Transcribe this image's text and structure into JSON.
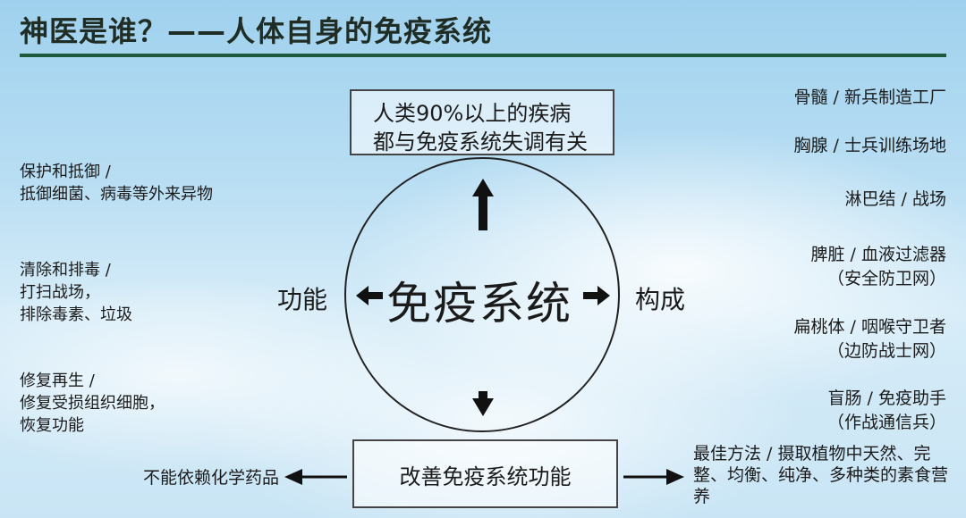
{
  "title": "神医是谁？——人体自身的免疫系统",
  "top_box": {
    "line1": "人类90%以上的疾病",
    "line2": "都与免疫系统失调有关"
  },
  "center": "免疫系统",
  "left_label": "功能",
  "right_label": "构成",
  "functions": [
    {
      "line1": "保护和抵御 /",
      "line2": "抵御细菌、病毒等外来异物",
      "line3": ""
    },
    {
      "line1": "清除和排毒 /",
      "line2": "打扫战场，",
      "line3": "排除毒素、垃圾"
    },
    {
      "line1": "修复再生 /",
      "line2": "修复受损组织细胞，",
      "line3": "恢复功能"
    }
  ],
  "components": [
    {
      "line1": "骨髓 / 新兵制造工厂",
      "line2": ""
    },
    {
      "line1": "胸腺 / 士兵训练场地",
      "line2": ""
    },
    {
      "line1": "淋巴结 / 战场",
      "line2": ""
    },
    {
      "line1": "脾脏 / 血液过滤器",
      "line2": "（安全防卫网）"
    },
    {
      "line1": "扁桃体 / 咽喉守卫者",
      "line2": "（边防战士网）"
    },
    {
      "line1": "盲肠 / 免疫助手",
      "line2": "（作战通信兵）"
    }
  ],
  "bottom_box": "改善免疫系统功能",
  "bottom_left_note": "不能依赖化学药品",
  "bottom_right_note": "最佳方法 / 摄取植物中天然、完整、均衡、纯净、多种类的素食营养",
  "colors": {
    "title_rule": "#1f5a3c",
    "lines": "#111111"
  }
}
